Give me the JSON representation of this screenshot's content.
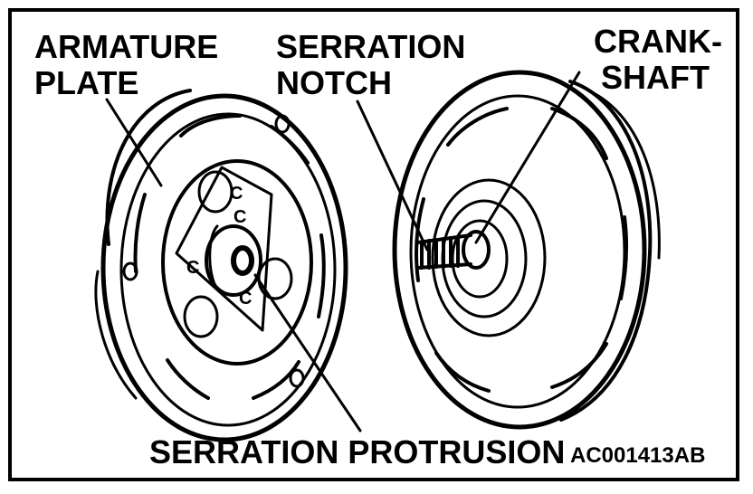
{
  "labels": {
    "armature_plate_line1": "ARMATURE",
    "armature_plate_line2": "PLATE",
    "serration_notch_line1": "SERRATION",
    "serration_notch_line2": "NOTCH",
    "crankshaft_line1": "CRANK-",
    "crankshaft_line2": "SHAFT",
    "serration_protrusion": "SERRATION PROTRUSION",
    "figure_code": "AC001413AB"
  },
  "markings": {
    "c_mark": "C"
  }
}
